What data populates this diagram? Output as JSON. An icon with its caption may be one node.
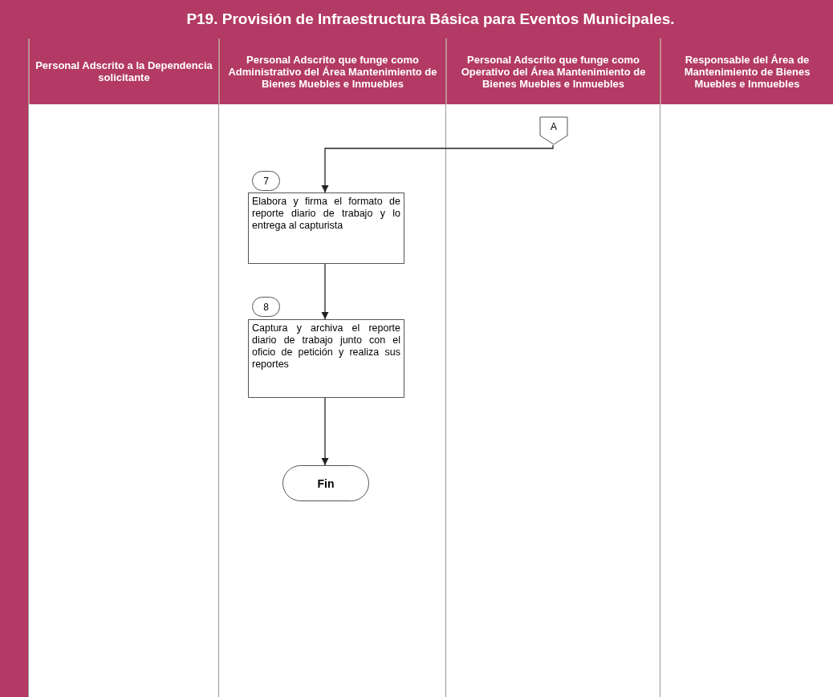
{
  "diagram": {
    "title": "P19. Provisión de Infraestructura Básica para Eventos Municipales.",
    "nodes": [
      {
        "text": [
          "Personal Adscrito a la Dependencia solicitante"
        ]
      },
      {
        "text": [
          "Personal Adscrito que funge como Administrativo del Área Mantenimiento de Bienes Muebles e Inmuebles"
        ]
      },
      {
        "text": [
          "Personal Adscrito que funge como Operativo del Área Mantenimiento de Bienes Muebles e Inmuebles"
        ]
      },
      {
        "text": [
          "Responsable del Área de Mantenimiento de Bienes Muebles e Inmuebles"
        ]
      },
      {
        "text": [
          "A"
        ],
        "in": 2
      },
      {
        "text": [
          "7",
          "Elabora y firma el formato de reporte diario de trabajo y lo entrega al capturista"
        ],
        "in": 1
      },
      {
        "text": [
          "8",
          "Captura y archiva el reporte diario de trabajo junto con el oficio de petición y realiza sus reportes"
        ],
        "in": 1
      },
      {
        "text": [
          "Fin"
        ],
        "in": 1
      }
    ],
    "edges": [
      {
        "from": 4,
        "to": 5,
        "arrow": "to"
      },
      {
        "from": 5,
        "to": 6,
        "arrow": "to"
      },
      {
        "from": 6,
        "to": 7,
        "arrow": "to"
      }
    ]
  }
}
